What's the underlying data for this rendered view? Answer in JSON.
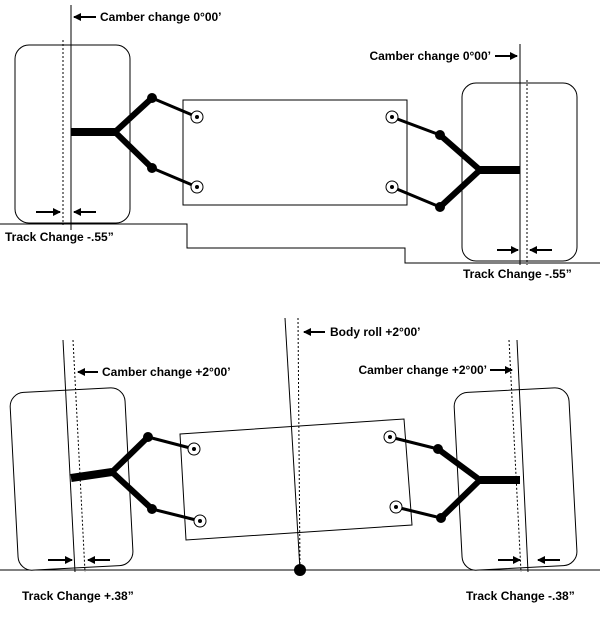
{
  "top": {
    "camber_left": "Camber change 0°00’",
    "camber_right": "Camber change 0°00’",
    "track_left": "Track Change -.55”",
    "track_right": "Track Change -.55”"
  },
  "bottom": {
    "body_roll": "Body roll  +2°00’",
    "camber_left": "Camber change +2°00’",
    "camber_right": "Camber change +2°00’",
    "track_left": "Track Change +.38”",
    "track_right": "Track Change -.38”"
  },
  "colors": {
    "ink": "#000000",
    "paper": "#ffffff"
  }
}
